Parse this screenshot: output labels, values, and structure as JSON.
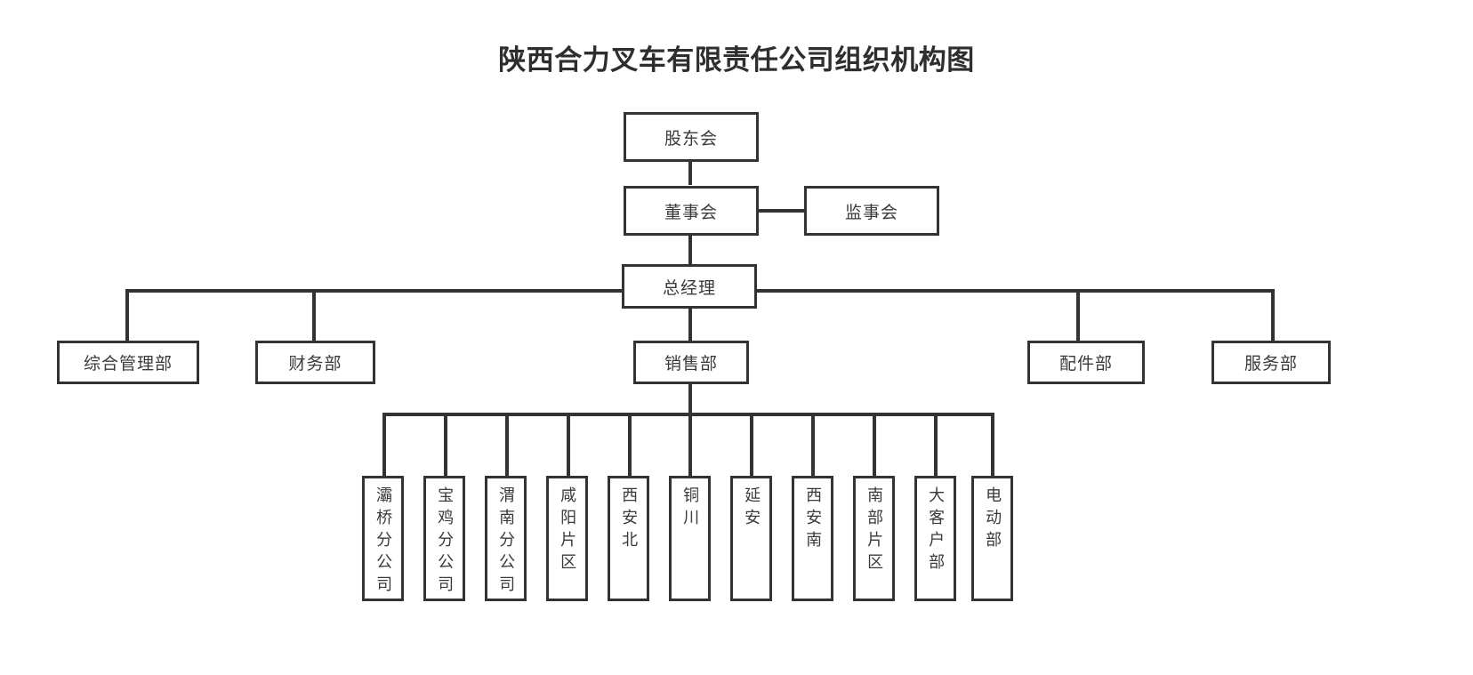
{
  "title": "陕西合力叉车有限责任公司组织机构图",
  "nodes": {
    "shareholders": "股东会",
    "board": "董事会",
    "supervisors": "监事会",
    "general_manager": "总经理",
    "departments": [
      {
        "key": "general-admin",
        "label": "综合管理部"
      },
      {
        "key": "finance",
        "label": "财务部"
      },
      {
        "key": "sales",
        "label": "销售部"
      },
      {
        "key": "parts",
        "label": "配件部"
      },
      {
        "key": "service",
        "label": "服务部"
      }
    ],
    "sales_units": [
      {
        "key": "baqiao-branch",
        "label": "灞桥分公司"
      },
      {
        "key": "baoji-branch",
        "label": "宝鸡分公司"
      },
      {
        "key": "weinan-branch",
        "label": "渭南分公司"
      },
      {
        "key": "xianyang-area",
        "label": "咸阳片区"
      },
      {
        "key": "xian-north",
        "label": "西安北"
      },
      {
        "key": "tongchuan",
        "label": "铜川"
      },
      {
        "key": "yanan",
        "label": "延安"
      },
      {
        "key": "xian-south",
        "label": "西安南"
      },
      {
        "key": "south-area",
        "label": "南部片区"
      },
      {
        "key": "key-accounts",
        "label": "大客户部"
      },
      {
        "key": "electric",
        "label": "电动部"
      }
    ]
  },
  "colors": {
    "line": "#333333",
    "text": "#3a3a3a",
    "title": "#2e2e2e",
    "background": "#ffffff"
  }
}
